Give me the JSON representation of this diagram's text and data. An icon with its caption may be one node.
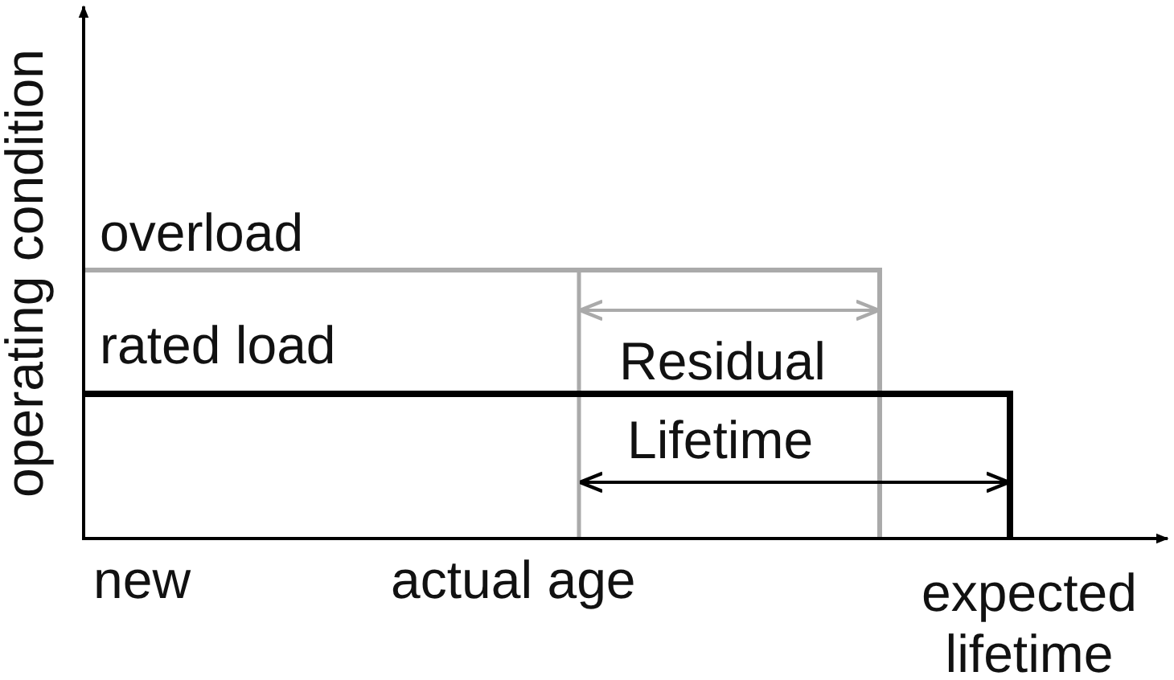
{
  "diagram": {
    "labels": [
      "operating condition",
      "overload",
      "rated load",
      "Residual",
      "Lifetime",
      "new",
      "actual age",
      "expected lifetime"
    ]
  }
}
